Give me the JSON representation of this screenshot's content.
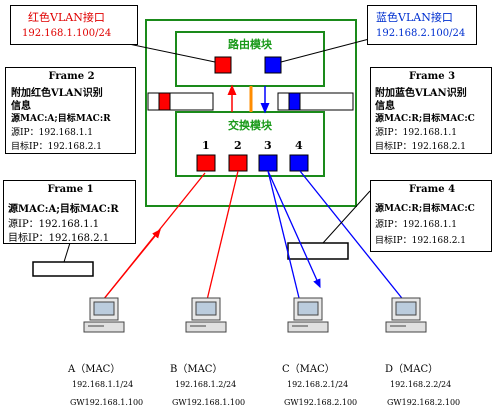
{
  "callouts": {
    "red_vlan": {
      "title": "红色VLAN接口",
      "ip": "192.168.1.100/24"
    },
    "blue_vlan": {
      "title": "蓝色VLAN接口",
      "ip": "192.168.2.100/24"
    }
  },
  "modules": {
    "router": "路由模块",
    "switch": "交换模块"
  },
  "ports": [
    "1",
    "2",
    "3",
    "4"
  ],
  "frames": {
    "frame1": {
      "title": "Frame 1",
      "mac": "源MAC:A;目标MAC:R",
      "src_ip": "源IP：192.168.1.1",
      "dst_ip": "目标IP：192.168.2.1"
    },
    "frame2": {
      "title": "Frame 2",
      "tag1": "附加红色VLAN识别",
      "tag2": "信息",
      "mac": "源MAC:A;目标MAC:R",
      "src_ip": "源IP：192.168.1.1",
      "dst_ip": "目标IP：192.168.2.1"
    },
    "frame3": {
      "title": "Frame 3",
      "tag1": "附加蓝色VLAN识别",
      "tag2": "信息",
      "mac": "源MAC:R;目标MAC:C",
      "src_ip": "源IP：192.168.1.1",
      "dst_ip": "目标IP：192.168.2.1"
    },
    "frame4": {
      "title": "Frame 4",
      "mac": "源MAC:R;目标MAC:C",
      "src_ip": "源IP：192.168.1.1",
      "dst_ip": "目标IP：192.168.2.1"
    }
  },
  "hosts": [
    {
      "name": "A（MAC）",
      "ip": "192.168.1.1/24",
      "gw": "GW192.168.1.100"
    },
    {
      "name": "B（MAC）",
      "ip": "192.168.1.2/24",
      "gw": "GW192.168.1.100"
    },
    {
      "name": "C（MAC）",
      "ip": "192.168.2.1/24",
      "gw": "GW192.168.2.100"
    },
    {
      "name": "D（MAC）",
      "ip": "192.168.2.2/24",
      "gw": "GW192.168.2.100"
    }
  ],
  "colors": {
    "red": "#ff0000",
    "blue": "#0000ff",
    "green": "#1a8a1a",
    "orange": "#ff8c00"
  }
}
